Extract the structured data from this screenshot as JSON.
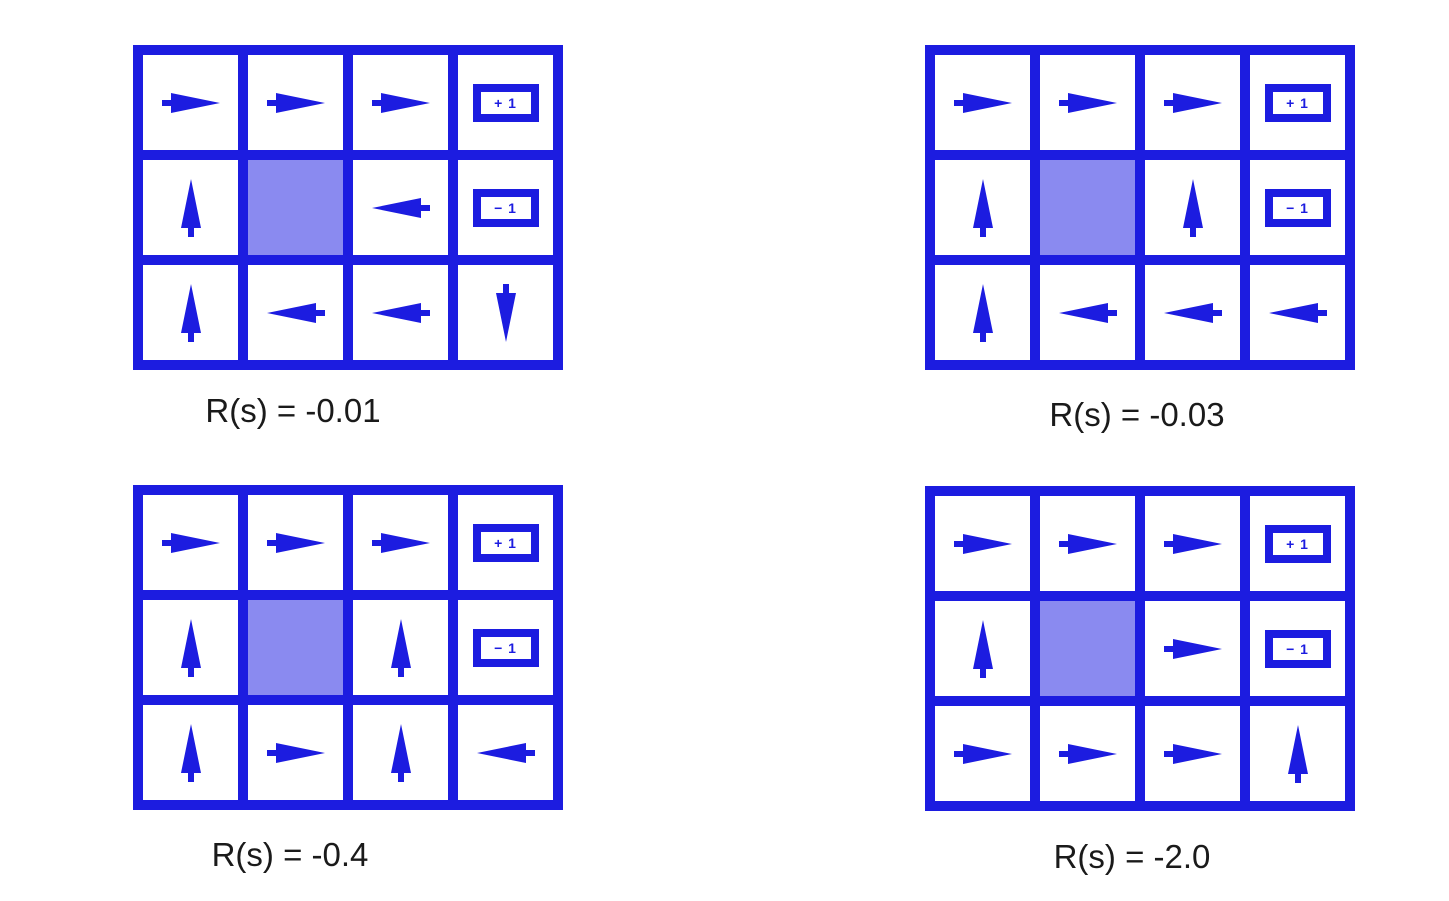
{
  "figure": {
    "description": "Optimal policies for 4x3 gridworld MDP under different state rewards",
    "rows": 3,
    "cols": 4
  },
  "colors": {
    "blue": "#1c1ce0",
    "blocked_cell": "#8a8af0",
    "caption_text": "#1a1a1a",
    "background": "#ffffff"
  },
  "terminal_labels": {
    "plus": "+ 1",
    "minus": "− 1"
  },
  "grids": [
    {
      "caption": "R(s) = -0.01",
      "cells": [
        [
          "right",
          "right",
          "right",
          "plus"
        ],
        [
          "up",
          "blocked",
          "left",
          "minus"
        ],
        [
          "up",
          "left",
          "left",
          "down"
        ]
      ]
    },
    {
      "caption": "R(s) = -0.03",
      "cells": [
        [
          "right",
          "right",
          "right",
          "plus"
        ],
        [
          "up",
          "blocked",
          "up",
          "minus"
        ],
        [
          "up",
          "left",
          "left",
          "left"
        ]
      ]
    },
    {
      "caption": "R(s) = -0.4",
      "cells": [
        [
          "right",
          "right",
          "right",
          "plus"
        ],
        [
          "up",
          "blocked",
          "up",
          "minus"
        ],
        [
          "up",
          "right",
          "up",
          "left"
        ]
      ]
    },
    {
      "caption": "R(s) = -2.0",
      "cells": [
        [
          "right",
          "right",
          "right",
          "plus"
        ],
        [
          "up",
          "blocked",
          "right",
          "minus"
        ],
        [
          "right",
          "right",
          "right",
          "up"
        ]
      ]
    }
  ]
}
